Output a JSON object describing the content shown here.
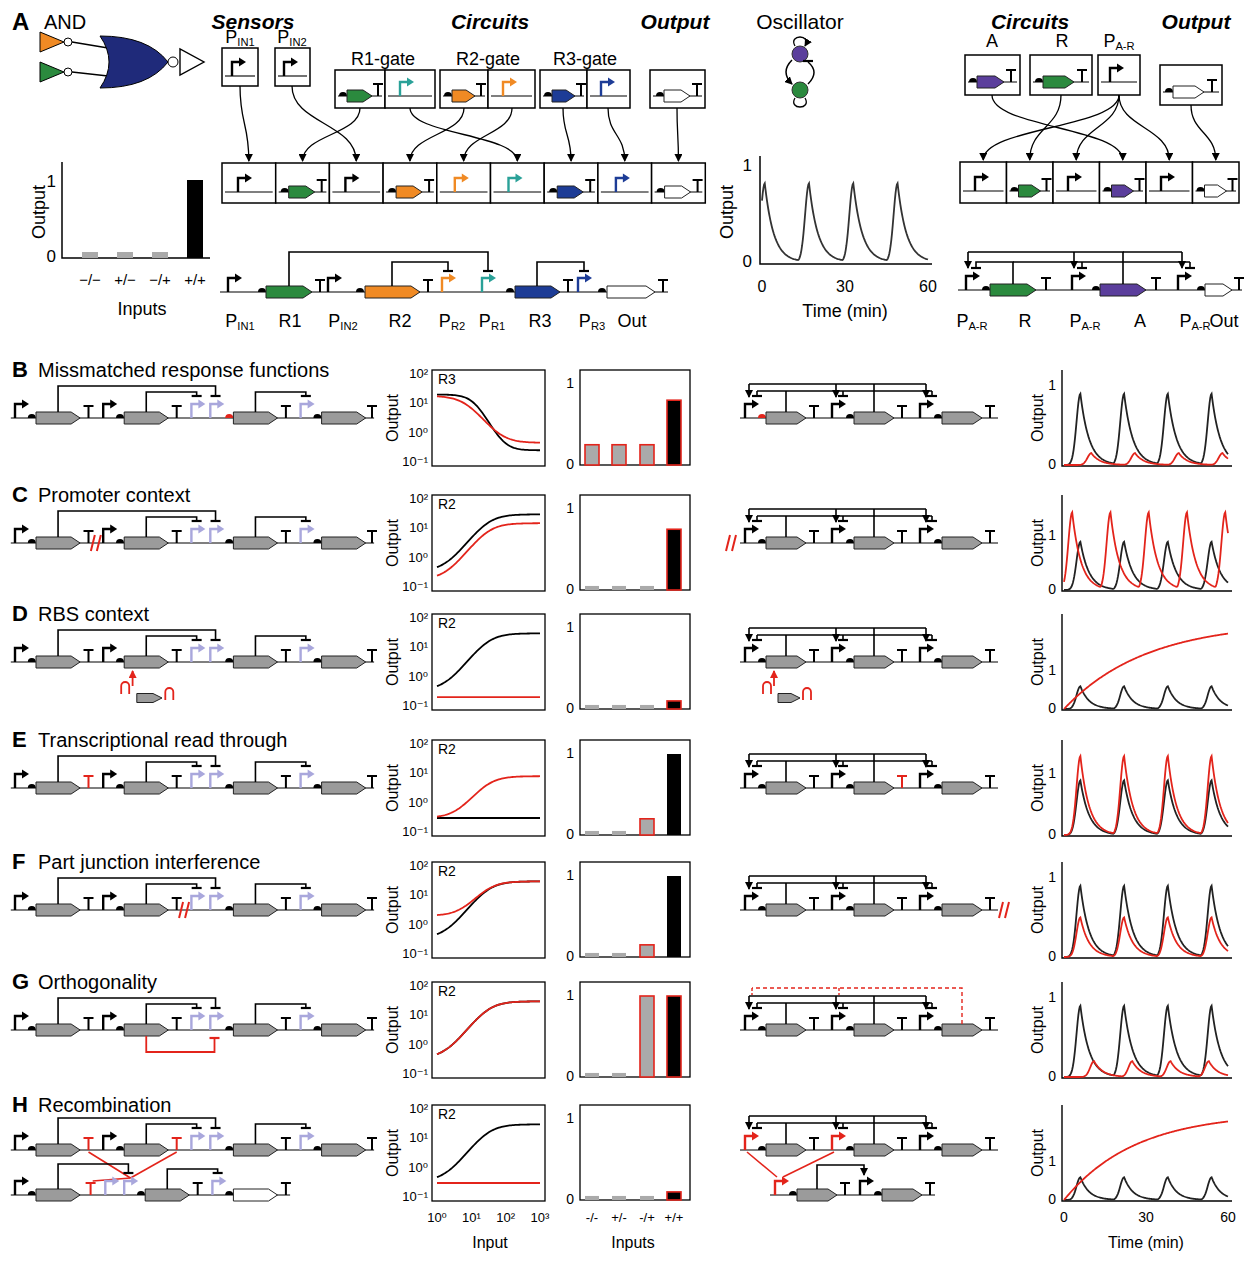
{
  "diagram": {
    "labels": [
      "A",
      "AND",
      "Sensors",
      "Circuits",
      "Output",
      "PIN1",
      "PIN2",
      "R1-gate",
      "R2-gate",
      "R3-gate",
      "Output",
      "1",
      "0",
      "−/−",
      "+/−",
      "−/+",
      "+/+",
      "Inputs",
      "PIN1",
      "R1",
      "PIN2",
      "R2",
      "PR2",
      "PR1",
      "R3",
      "PR3",
      "Out",
      "Oscillator",
      "Output",
      "1",
      "0",
      "0",
      "30",
      "60",
      "Time (min)",
      "Circuits",
      "Output",
      "A",
      "R",
      "PA-R",
      "PA-R",
      "R",
      "PA-R",
      "A",
      "PA-R",
      "Out",
      "B",
      "Missmatched response functions",
      "Output",
      "10²",
      "10¹",
      "10⁰",
      "10⁻¹",
      "R3",
      "1",
      "0",
      "Output",
      "1",
      "0",
      "C",
      "Promoter context",
      "Output",
      "10²",
      "10¹",
      "10⁰",
      "10⁻¹",
      "R2",
      "1",
      "0",
      "Output",
      "1",
      "0",
      "D",
      "RBS context",
      "Output",
      "10²",
      "10¹",
      "10⁰",
      "10⁻¹",
      "R2",
      "1",
      "0",
      "Output",
      "1",
      "0",
      "E",
      "Transcriptional read through",
      "Output",
      "10²",
      "10¹",
      "10⁰",
      "10⁻¹",
      "R2",
      "1",
      "0",
      "Output",
      "1",
      "0",
      "F",
      "Part junction interference",
      "Output",
      "10²",
      "10¹",
      "10⁰",
      "10⁻¹",
      "R2",
      "1",
      "0",
      "Output",
      "1",
      "0",
      "G",
      "Orthogonality",
      "Output",
      "10²",
      "10¹",
      "10⁰",
      "10⁻¹",
      "R2",
      "1",
      "0",
      "Output",
      "1",
      "0",
      "H",
      "Recombination",
      "Output",
      "10²",
      "10¹",
      "10⁰",
      "10⁻¹",
      "R2",
      "1",
      "0",
      "Output",
      "1",
      "0",
      "10⁰",
      "10¹",
      "10²",
      "10³",
      "Input",
      "-/-",
      "+/-",
      "-/+",
      "+/+",
      "Inputs",
      "0",
      "30",
      "60",
      "Time (min)"
    ]
  }
}
